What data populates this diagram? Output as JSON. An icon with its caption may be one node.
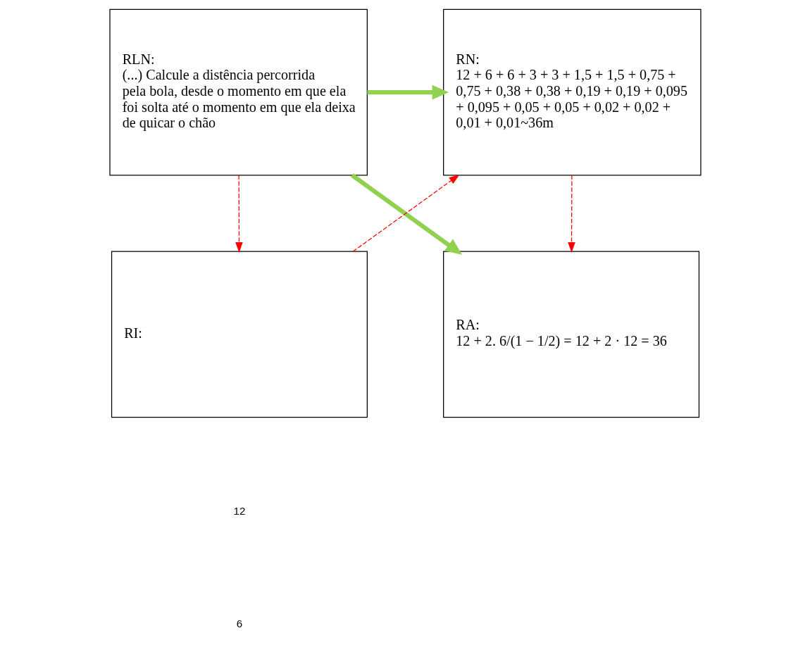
{
  "diagram": {
    "nodes": [
      {
        "text": [
          "RLN:",
          "(...) Calcule a distência percorrida pela bola, desde o momento em que ela foi solta até o momento em que ela deixa de quicar o chão"
        ]
      },
      {
        "text": [
          "RN:",
          "12 + 6 + 6 + 3 + 3 + 1,5 + 1,5 + 0,75 + 0,75 + 0,38 + 0,38 + 0,19 + 0,19 + 0,095 + 0,095 + 0,05 + 0,05 + 0,02 + 0,02 + 0,01 + 0,01~36m"
        ]
      },
      {
        "text": [
          "RI:"
        ]
      },
      {
        "text": [
          "RA:",
          "12 + 2. 6/(1 − 1/2) = 12 + 2 · 12 = 36"
        ]
      }
    ],
    "edges": [
      {
        "from": 0,
        "to": 1,
        "arrow": "to",
        "style": "thick",
        "color": "#92d050"
      },
      {
        "from": 0,
        "to": 3,
        "arrow": "to",
        "style": "thick",
        "color": "#92d050"
      },
      {
        "from": 0,
        "to": 2,
        "arrow": "to",
        "style": "dashed",
        "color": "#ff0000"
      },
      {
        "from": 2,
        "to": 1,
        "arrow": "to",
        "style": "dashed",
        "color": "#ff0000"
      },
      {
        "from": 1,
        "to": 3,
        "arrow": "to",
        "style": "dashed",
        "color": "#ff0000"
      }
    ],
    "labels": [
      "12",
      "6"
    ]
  }
}
